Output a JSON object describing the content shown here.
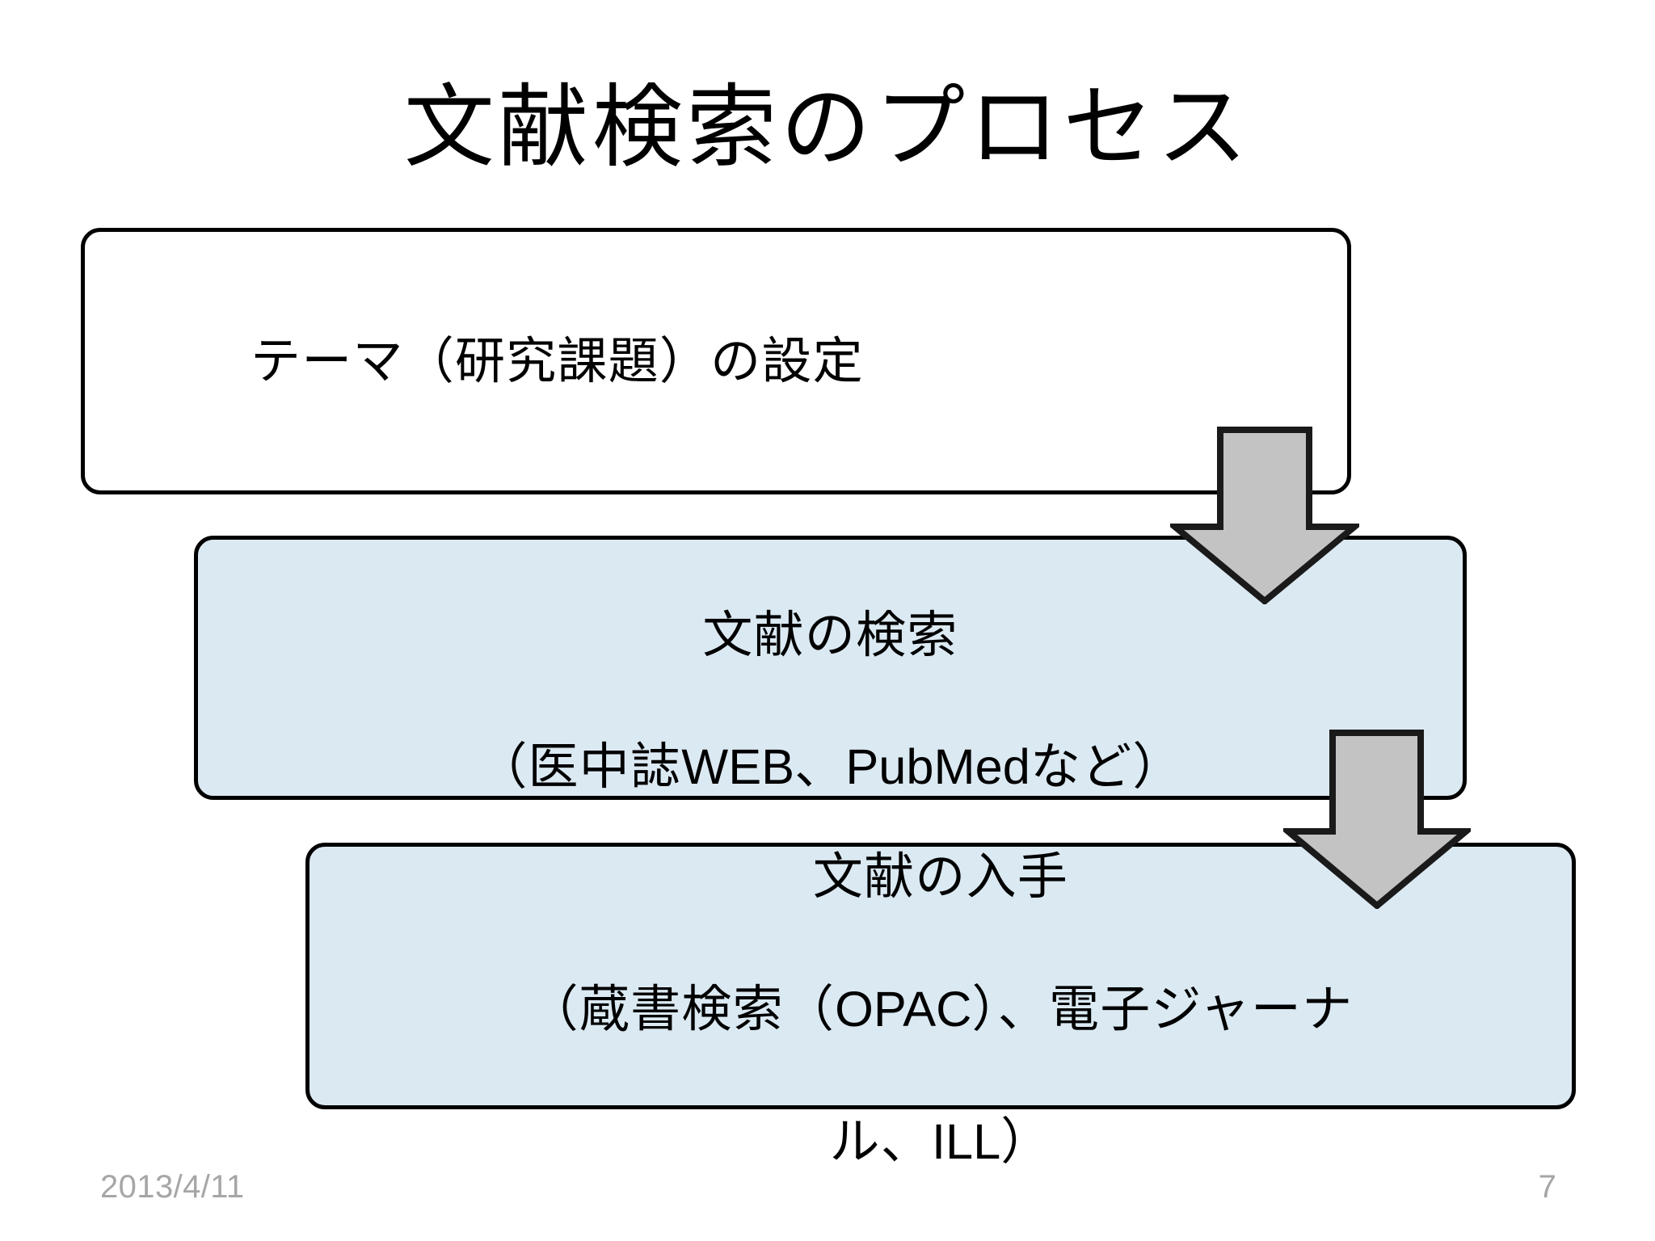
{
  "slide": {
    "title": "文献検索のプロセス",
    "background_color": "#ffffff",
    "box_fill_white": "#ffffff",
    "box_fill_blue": "#dbe9f2",
    "border_color": "#000000",
    "arrow_fill": "#c3c3c3",
    "arrow_stroke": "#1a1a1a",
    "footer_color": "#a6a6a6"
  },
  "steps": [
    {
      "id": "theme",
      "label": "テーマ（研究課題）の設定",
      "fill": "#ffffff"
    },
    {
      "id": "search",
      "line1": "文献の検索",
      "line2_a": "（医中誌",
      "line2_latin1": "WEB",
      "line2_b": "、",
      "line2_latin2": "PubMed",
      "line2_c": "など）",
      "label": "文献の検索\n（医中誌WEB、PubMedなど）",
      "fill": "#dbe9f2"
    },
    {
      "id": "obtain",
      "line1": "文献の入手",
      "line2_a": "（蔵書検索（",
      "line2_latin1": "OPAC",
      "line2_b": "）、電子ジャーナ",
      "line3_a": "ル、",
      "line3_latin1": "ILL",
      "line3_b": "）",
      "label": "文献の入手\n（蔵書検索（OPAC）、電子ジャーナ\nル、ILL）",
      "fill": "#dbe9f2"
    }
  ],
  "arrows": [
    {
      "id": "arrow-theme-to-search",
      "direction": "down"
    },
    {
      "id": "arrow-search-to-obtain",
      "direction": "down"
    }
  ],
  "footer": {
    "date": "2013/4/11",
    "page_number": "7"
  }
}
